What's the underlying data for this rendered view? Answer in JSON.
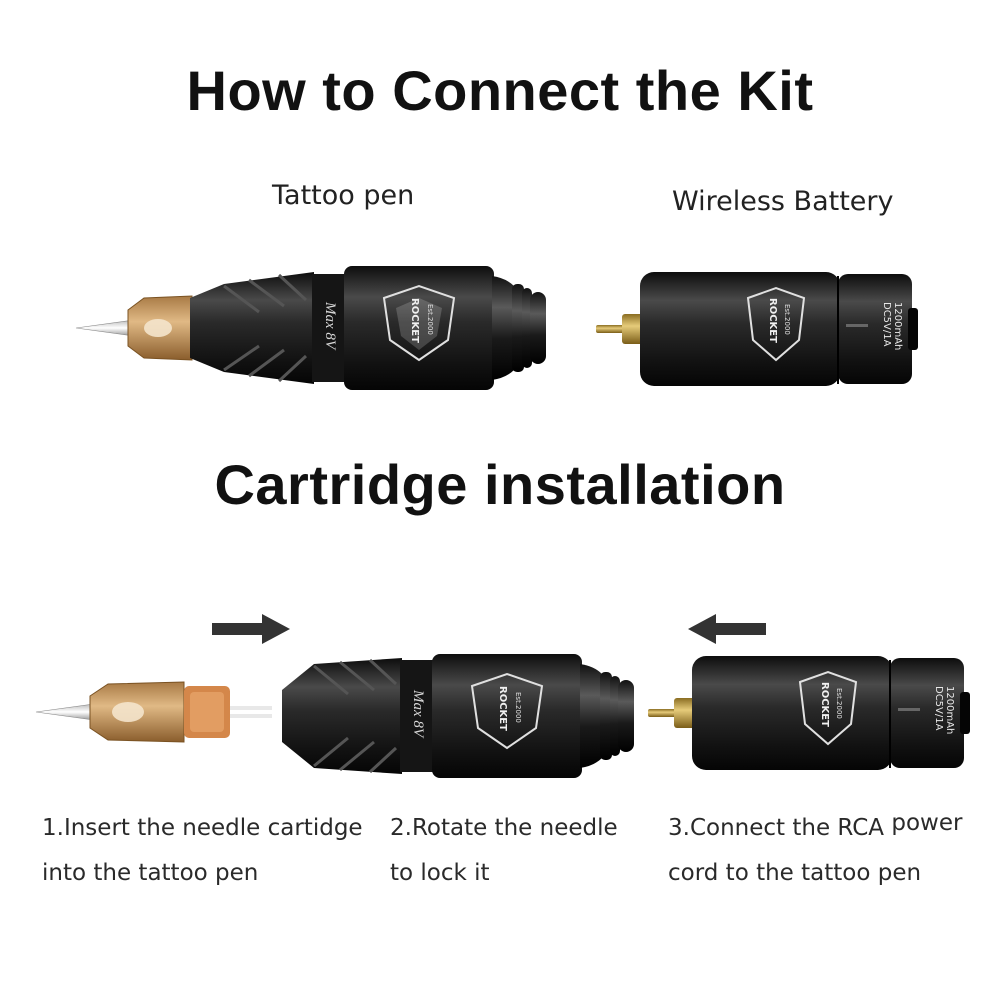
{
  "headings": {
    "connect_prefix": "How to",
    "connect_suffix": " Connect the Kit",
    "cartridge_prefix": "Cartridge ",
    "cartridge_suffix": "installation"
  },
  "labels": {
    "pen": "Tattoo pen",
    "battery": "Wireless Battery"
  },
  "device_text": {
    "pen_model": "Max 8V",
    "brand": "ROCKET",
    "est": "Est.2000",
    "battery_spec_1": "DC5V/1A",
    "battery_spec_2": "1200mAh"
  },
  "steps": [
    {
      "line1": "1.Insert the needle cartidge",
      "line2": "into the tattoo pen"
    },
    {
      "line1": "2.Rotate the needle",
      "line2": "to lock it"
    },
    {
      "line1a": "3.Connect the RCA ",
      "line1b": "power",
      "line2": "cord to the tattoo pen"
    }
  ],
  "colors": {
    "accent_underline": "#f2a21d",
    "device_body": "#1c1c1c",
    "needle_amber": "#c8985a",
    "rca_gold": "#b8963c"
  },
  "icons": {
    "arrow_right": "arrow-right-icon",
    "arrow_left": "arrow-left-icon"
  }
}
